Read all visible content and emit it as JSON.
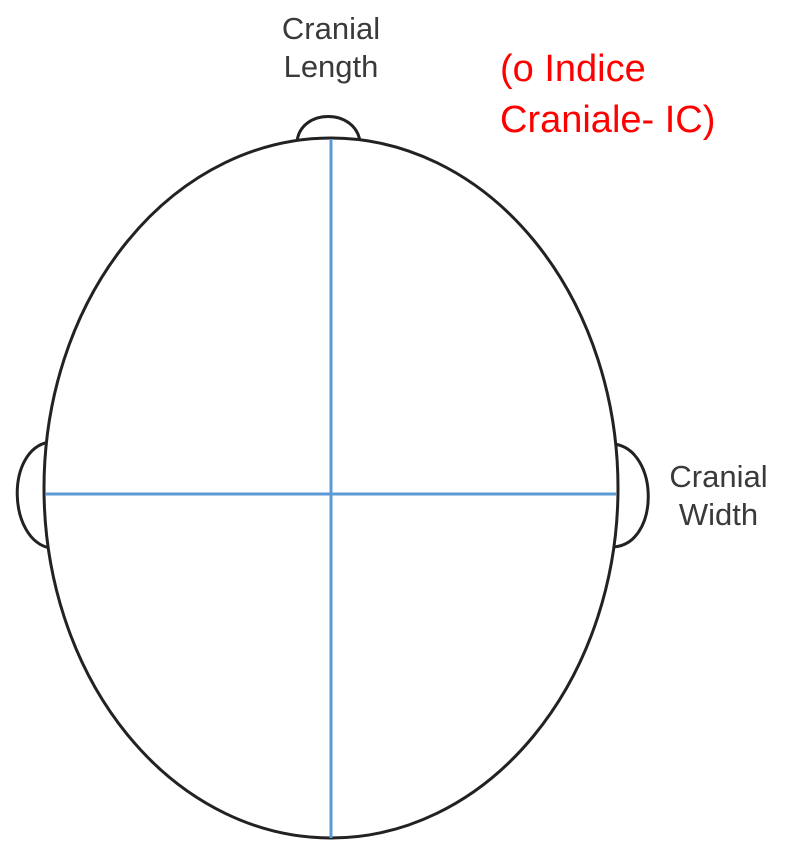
{
  "labels": {
    "length": [
      "Cranial",
      "Length"
    ],
    "width": [
      "Cranial",
      "Width"
    ]
  },
  "note": {
    "lines": [
      "(o Indice",
      "Craniale- IC)"
    ],
    "color": "#ff0000"
  },
  "colors": {
    "outline": "#222222",
    "axis": "#5b9bd5",
    "text": "#3a3a3a",
    "background": "#ffffff"
  }
}
